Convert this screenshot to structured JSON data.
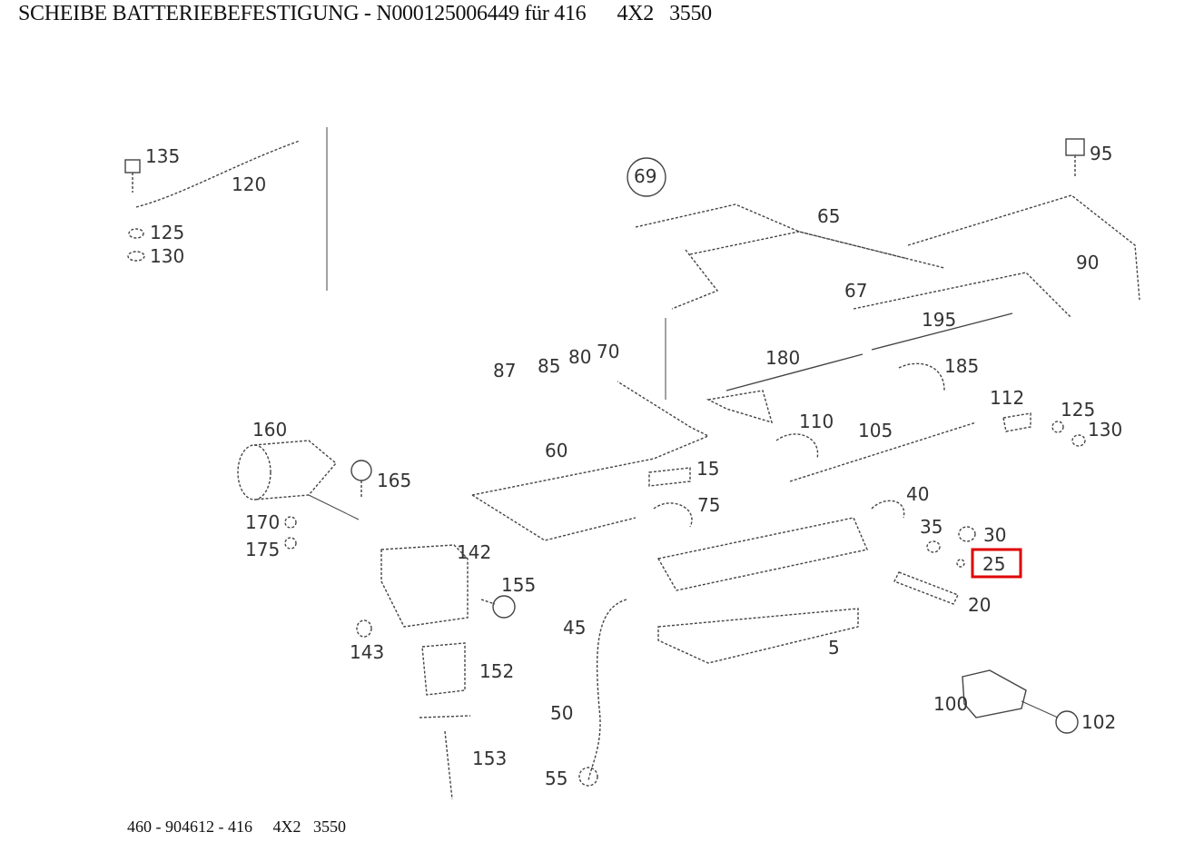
{
  "title": "SCHEIBE BATTERIEBEFESTIGUNG - N000125006449 für 416      4X2   3550",
  "footer": "460 - 904612 - 416     4X2   3550",
  "highlight_color": "#e00000",
  "highlighted_part": "25",
  "labels": {
    "l135": "135",
    "l120": "120",
    "l125a": "125",
    "l130a": "130",
    "l69": "69",
    "l65": "65",
    "l95": "95",
    "l90": "90",
    "l67": "67",
    "l195": "195",
    "l180": "180",
    "l185": "185",
    "l87": "87",
    "l85": "85",
    "l80": "80",
    "l70": "70",
    "l112": "112",
    "l125b": "125",
    "l130b": "130",
    "l160": "160",
    "l110": "110",
    "l105": "105",
    "l60": "60",
    "l15": "15",
    "l165": "165",
    "l40": "40",
    "l75": "75",
    "l170": "170",
    "l175": "175",
    "l35": "35",
    "l30": "30",
    "l25": "25",
    "l142": "142",
    "l155": "155",
    "l20": "20",
    "l45": "45",
    "l5": "5",
    "l143": "143",
    "l152": "152",
    "l100": "100",
    "l102": "102",
    "l50": "50",
    "l153": "153",
    "l55": "55"
  }
}
